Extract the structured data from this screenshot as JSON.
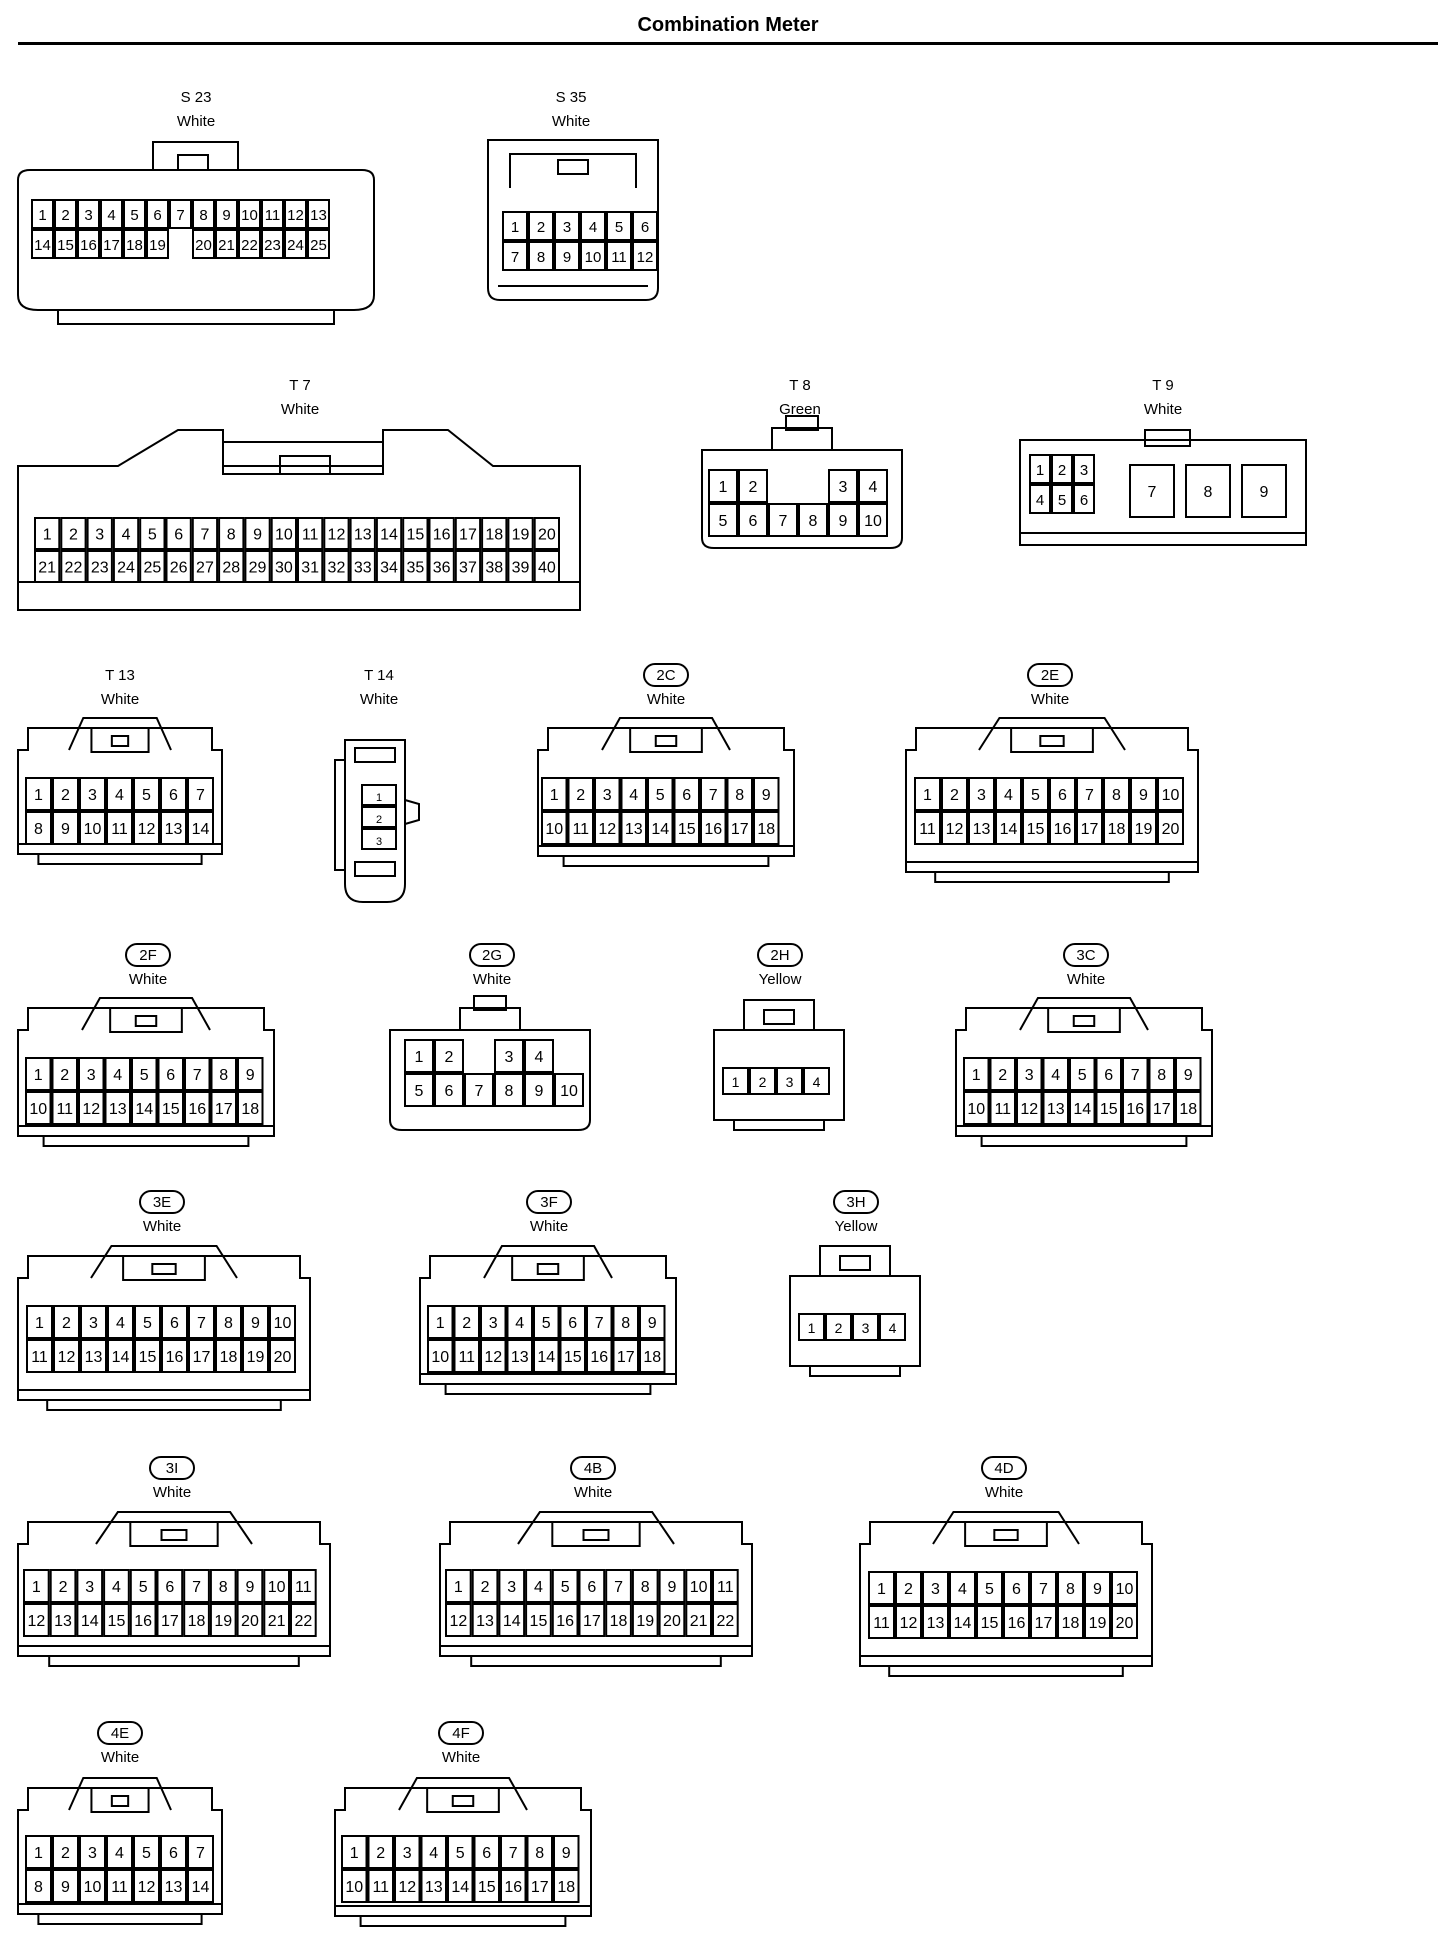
{
  "title": "Combination Meter",
  "connectors": [
    {
      "id": "S 23",
      "color": "White",
      "circled": false,
      "rows": [
        [
          "1",
          "2",
          "3",
          "4",
          "5",
          "6",
          "7",
          "8",
          "9",
          "10",
          "11",
          "12",
          "13"
        ],
        [
          "14",
          "15",
          "16",
          "17",
          "18",
          "19",
          "",
          "20",
          "21",
          "22",
          "23",
          "24",
          "25"
        ]
      ]
    },
    {
      "id": "S 35",
      "color": "White",
      "circled": false,
      "rows": [
        [
          "1",
          "2",
          "3",
          "4",
          "5",
          "6"
        ],
        [
          "7",
          "8",
          "9",
          "10",
          "11",
          "12"
        ]
      ]
    },
    {
      "id": "T 7",
      "color": "White",
      "circled": false,
      "rows": [
        [
          "1",
          "2",
          "3",
          "4",
          "5",
          "6",
          "7",
          "8",
          "9",
          "10",
          "11",
          "12",
          "13",
          "14",
          "15",
          "16",
          "17",
          "18",
          "19",
          "20"
        ],
        [
          "21",
          "22",
          "23",
          "24",
          "25",
          "26",
          "27",
          "28",
          "29",
          "30",
          "31",
          "32",
          "33",
          "34",
          "35",
          "36",
          "37",
          "38",
          "39",
          "40"
        ]
      ]
    },
    {
      "id": "T 8",
      "color": "Green",
      "circled": false,
      "rows": [
        [
          "1",
          "2",
          "",
          "",
          "3",
          "4"
        ],
        [
          "5",
          "6",
          "7",
          "8",
          "9",
          "10"
        ]
      ]
    },
    {
      "id": "T 9",
      "color": "White",
      "circled": false,
      "rows": [
        [
          "1",
          "2",
          "3"
        ],
        [
          "4",
          "5",
          "6"
        ]
      ],
      "large": [
        "7",
        "8",
        "9"
      ]
    },
    {
      "id": "T 13",
      "color": "White",
      "circled": false,
      "rows": [
        [
          "1",
          "2",
          "3",
          "4",
          "5",
          "6",
          "7"
        ],
        [
          "8",
          "9",
          "10",
          "11",
          "12",
          "13",
          "14"
        ]
      ]
    },
    {
      "id": "T 14",
      "color": "White",
      "circled": false,
      "rows": [
        [
          "1"
        ],
        [
          "2"
        ],
        [
          "3"
        ]
      ]
    },
    {
      "id": "2C",
      "color": "White",
      "circled": true,
      "rows": [
        [
          "1",
          "2",
          "3",
          "4",
          "5",
          "6",
          "7",
          "8",
          "9"
        ],
        [
          "10",
          "11",
          "12",
          "13",
          "14",
          "15",
          "16",
          "17",
          "18"
        ]
      ]
    },
    {
      "id": "2E",
      "color": "White",
      "circled": true,
      "rows": [
        [
          "1",
          "2",
          "3",
          "4",
          "5",
          "6",
          "7",
          "8",
          "9",
          "10"
        ],
        [
          "11",
          "12",
          "13",
          "14",
          "15",
          "16",
          "17",
          "18",
          "19",
          "20"
        ]
      ]
    },
    {
      "id": "2F",
      "color": "White",
      "circled": true,
      "rows": [
        [
          "1",
          "2",
          "3",
          "4",
          "5",
          "6",
          "7",
          "8",
          "9"
        ],
        [
          "10",
          "11",
          "12",
          "13",
          "14",
          "15",
          "16",
          "17",
          "18"
        ]
      ]
    },
    {
      "id": "2G",
      "color": "White",
      "circled": true,
      "rows": [
        [
          "1",
          "2",
          "",
          "3",
          "4"
        ],
        [
          "5",
          "6",
          "7",
          "8",
          "9",
          "10"
        ]
      ]
    },
    {
      "id": "2H",
      "color": "Yellow",
      "circled": true,
      "rows": [
        [
          "1",
          "2",
          "3",
          "4"
        ]
      ]
    },
    {
      "id": "3C",
      "color": "White",
      "circled": true,
      "rows": [
        [
          "1",
          "2",
          "3",
          "4",
          "5",
          "6",
          "7",
          "8",
          "9"
        ],
        [
          "10",
          "11",
          "12",
          "13",
          "14",
          "15",
          "16",
          "17",
          "18"
        ]
      ]
    },
    {
      "id": "3E",
      "color": "White",
      "circled": true,
      "rows": [
        [
          "1",
          "2",
          "3",
          "4",
          "5",
          "6",
          "7",
          "8",
          "9",
          "10"
        ],
        [
          "11",
          "12",
          "13",
          "14",
          "15",
          "16",
          "17",
          "18",
          "19",
          "20"
        ]
      ]
    },
    {
      "id": "3F",
      "color": "White",
      "circled": true,
      "rows": [
        [
          "1",
          "2",
          "3",
          "4",
          "5",
          "6",
          "7",
          "8",
          "9"
        ],
        [
          "10",
          "11",
          "12",
          "13",
          "14",
          "15",
          "16",
          "17",
          "18"
        ]
      ]
    },
    {
      "id": "3H",
      "color": "Yellow",
      "circled": true,
      "rows": [
        [
          "1",
          "2",
          "3",
          "4"
        ]
      ]
    },
    {
      "id": "3I",
      "color": "White",
      "circled": true,
      "rows": [
        [
          "1",
          "2",
          "3",
          "4",
          "5",
          "6",
          "7",
          "8",
          "9",
          "10",
          "11"
        ],
        [
          "12",
          "13",
          "14",
          "15",
          "16",
          "17",
          "18",
          "19",
          "20",
          "21",
          "22"
        ]
      ]
    },
    {
      "id": "4B",
      "color": "White",
      "circled": true,
      "rows": [
        [
          "1",
          "2",
          "3",
          "4",
          "5",
          "6",
          "7",
          "8",
          "9",
          "10",
          "11"
        ],
        [
          "12",
          "13",
          "14",
          "15",
          "16",
          "17",
          "18",
          "19",
          "20",
          "21",
          "22"
        ]
      ]
    },
    {
      "id": "4D",
      "color": "White",
      "circled": true,
      "rows": [
        [
          "1",
          "2",
          "3",
          "4",
          "5",
          "6",
          "7",
          "8",
          "9",
          "10"
        ],
        [
          "11",
          "12",
          "13",
          "14",
          "15",
          "16",
          "17",
          "18",
          "19",
          "20"
        ]
      ]
    },
    {
      "id": "4E",
      "color": "White",
      "circled": true,
      "rows": [
        [
          "1",
          "2",
          "3",
          "4",
          "5",
          "6",
          "7"
        ],
        [
          "8",
          "9",
          "10",
          "11",
          "12",
          "13",
          "14"
        ]
      ]
    },
    {
      "id": "4F",
      "color": "White",
      "circled": true,
      "rows": [
        [
          "1",
          "2",
          "3",
          "4",
          "5",
          "6",
          "7",
          "8",
          "9"
        ],
        [
          "10",
          "11",
          "12",
          "13",
          "14",
          "15",
          "16",
          "17",
          "18"
        ]
      ]
    }
  ]
}
